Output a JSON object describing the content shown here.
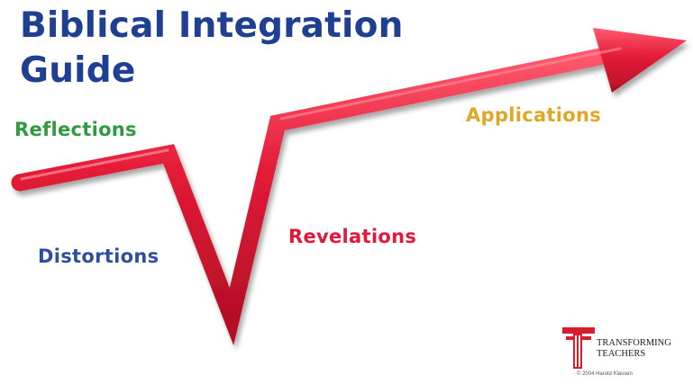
{
  "title": {
    "line1": "Biblical Integration",
    "line2": "Guide"
  },
  "stages": {
    "reflections": "Reflections",
    "distortions": "Distortions",
    "revelations": "Revelations",
    "applications": "Applications"
  },
  "colors": {
    "title": "#1f3f93",
    "reflections": "#2f9a3f",
    "distortions": "#2d4f9e",
    "revelations": "#e4173b",
    "applications": "#e0a726",
    "arrow": "#e31b37",
    "logo": "#d81e2e"
  },
  "logo": {
    "line1": "TRANSFORMING",
    "line2": "TEACHERS"
  },
  "copyright": "© 2004 Harold Klassen"
}
